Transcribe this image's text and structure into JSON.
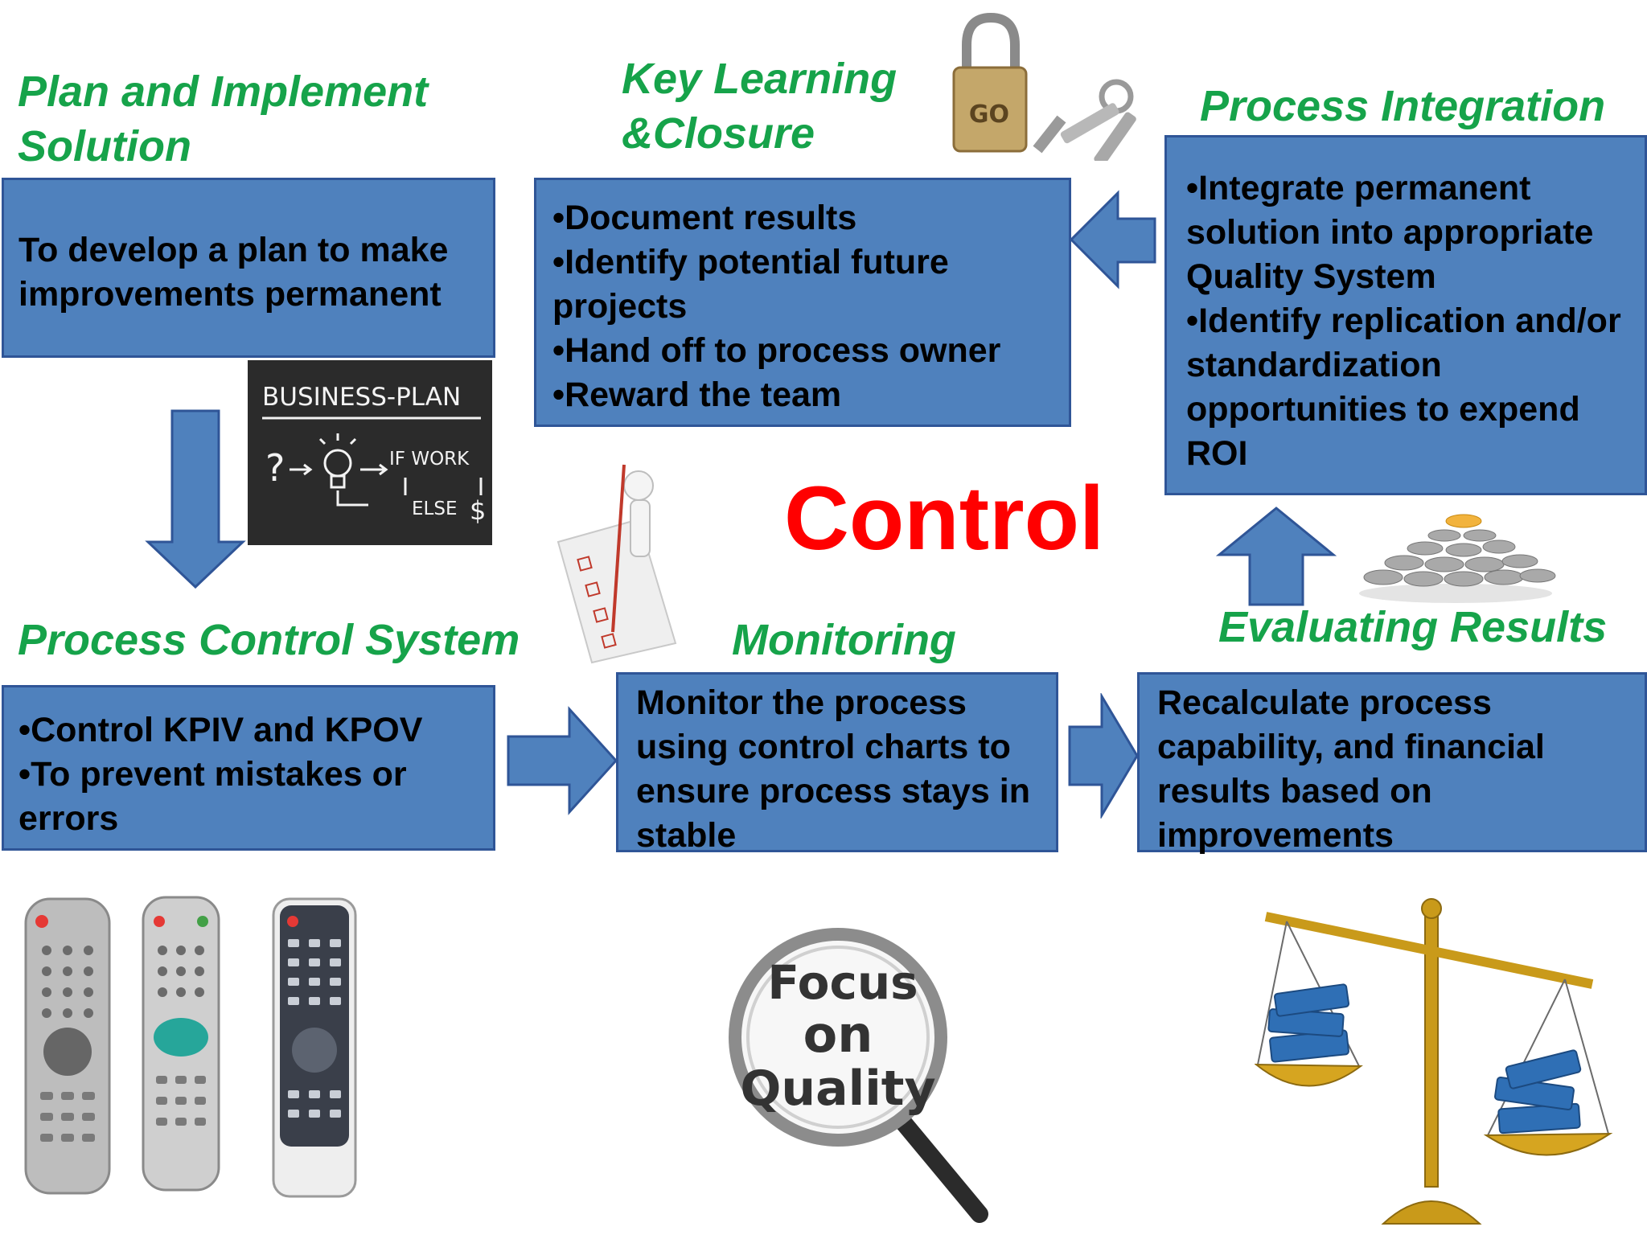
{
  "center_title": "Control",
  "steps": {
    "plan": {
      "heading": "Plan and Implement\nSolution",
      "body": "To develop a plan to make improvements permanent"
    },
    "closure": {
      "heading": "Key Learning\n&Closure",
      "bullets": [
        "Document results",
        "Identify potential future projects",
        "Hand off to process owner",
        "Reward the team"
      ]
    },
    "integration": {
      "heading": "Process Integration",
      "bullets": [
        "Integrate permanent solution into appropriate Quality System",
        "Identify replication and/or standardization opportunities to expend ROI"
      ]
    },
    "control_system": {
      "heading": "Process Control System",
      "bullets": [
        "Control KPIV and KPOV",
        "To prevent mistakes or errors"
      ]
    },
    "monitoring": {
      "heading": "Monitoring",
      "body": "Monitor the process using control charts to ensure process stays in stable"
    },
    "evaluating": {
      "heading": "Evaluating Results",
      "body": "Recalculate process capability, and financial results based on improvements"
    }
  },
  "images": {
    "business_plan": {
      "title": "BUSINESS-PLAN",
      "line1": "IF WORK",
      "line2": "ELSE"
    },
    "magnifier": {
      "word1": "Focus",
      "word2": "on",
      "word3": "Quality"
    },
    "padlock": {
      "text": "GO"
    }
  },
  "colors": {
    "heading": "#16a34a",
    "box_fill": "#4f81bd",
    "box_border": "#2f5597",
    "center_title": "#ff0000"
  },
  "icons": [
    "padlock-icon",
    "keys-icon",
    "checklist-figure-icon",
    "disc-pyramid-icon",
    "remote-controls-icon",
    "magnifier-icon",
    "balance-scale-icon"
  ]
}
